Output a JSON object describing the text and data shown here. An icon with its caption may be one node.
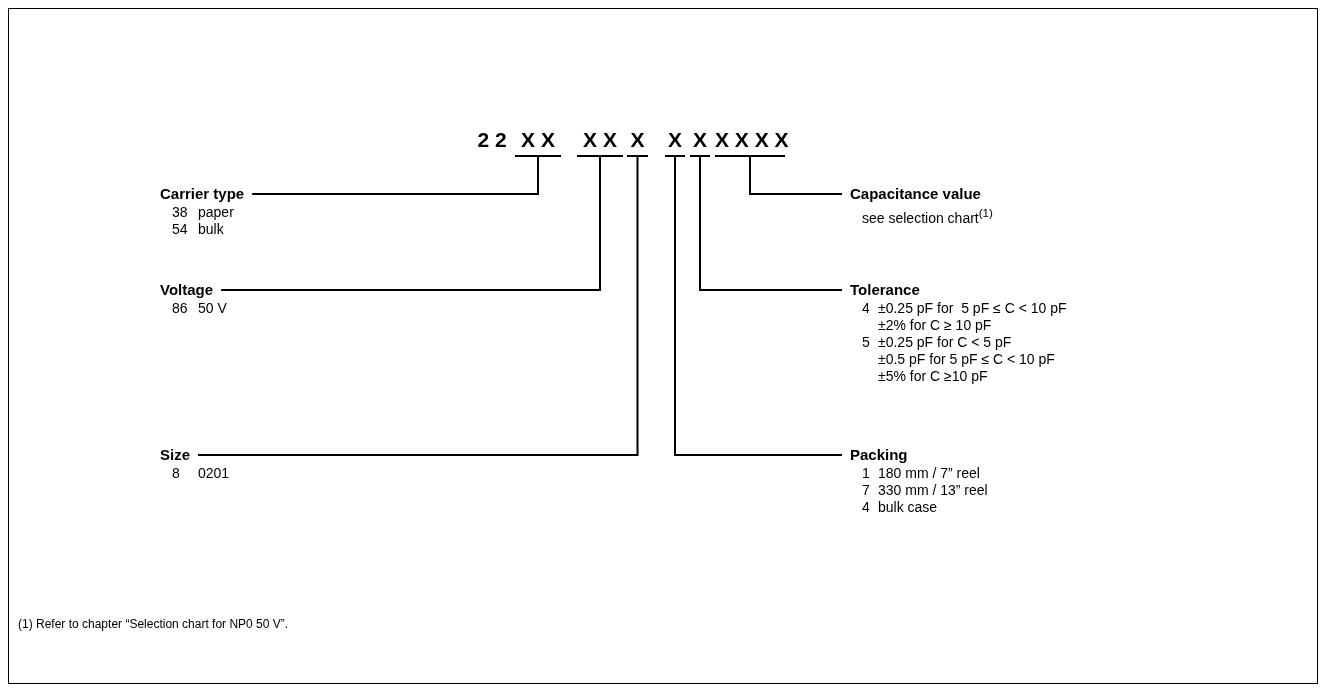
{
  "diagram": {
    "nodes": [
      {
        "text": [
          "X X"
        ]
      },
      {
        "text": [
          "X X"
        ]
      },
      {
        "text": [
          "X"
        ]
      },
      {
        "text": [
          "X"
        ]
      },
      {
        "text": [
          "X"
        ]
      },
      {
        "text": [
          "X X X X"
        ]
      },
      {
        "text": [
          "Carrier type",
          "38",
          "paper",
          "54",
          "bulk"
        ]
      },
      {
        "text": [
          "Voltage",
          "86",
          "50 V"
        ]
      },
      {
        "text": [
          "Size",
          "8",
          "0201"
        ]
      },
      {
        "text": [
          "Capacitance value",
          "see selection chart$^{(1)}$"
        ]
      },
      {
        "text": [
          "Tolerance",
          "4",
          "±0.25 pF for  5 pF ≤ C < 10 pF",
          "±2% for C ≥ 10 pF",
          "5",
          "±0.25 pF for C < 5 pF",
          "±0.5 pF for 5 pF ≤ C < 10 pF",
          "±5% for C ≥10 pF"
        ]
      },
      {
        "text": [
          "Packing",
          "1",
          "180 mm / 7” reel",
          "7",
          "330 mm / 13” reel",
          "4",
          "bulk case"
        ]
      }
    ],
    "edges": [
      {
        "from": 0,
        "to": 6,
        "arrow": "none"
      },
      {
        "from": 1,
        "to": 7,
        "arrow": "none"
      },
      {
        "from": 2,
        "to": 8,
        "arrow": "none"
      },
      {
        "from": 3,
        "to": 11,
        "arrow": "none"
      },
      {
        "from": 4,
        "to": 10,
        "arrow": "none"
      },
      {
        "from": 5,
        "to": 9,
        "arrow": "none"
      }
    ],
    "labels": [
      "2 2",
      "(1) Refer to chapter “Selection chart for NP0 50 V”."
    ]
  }
}
